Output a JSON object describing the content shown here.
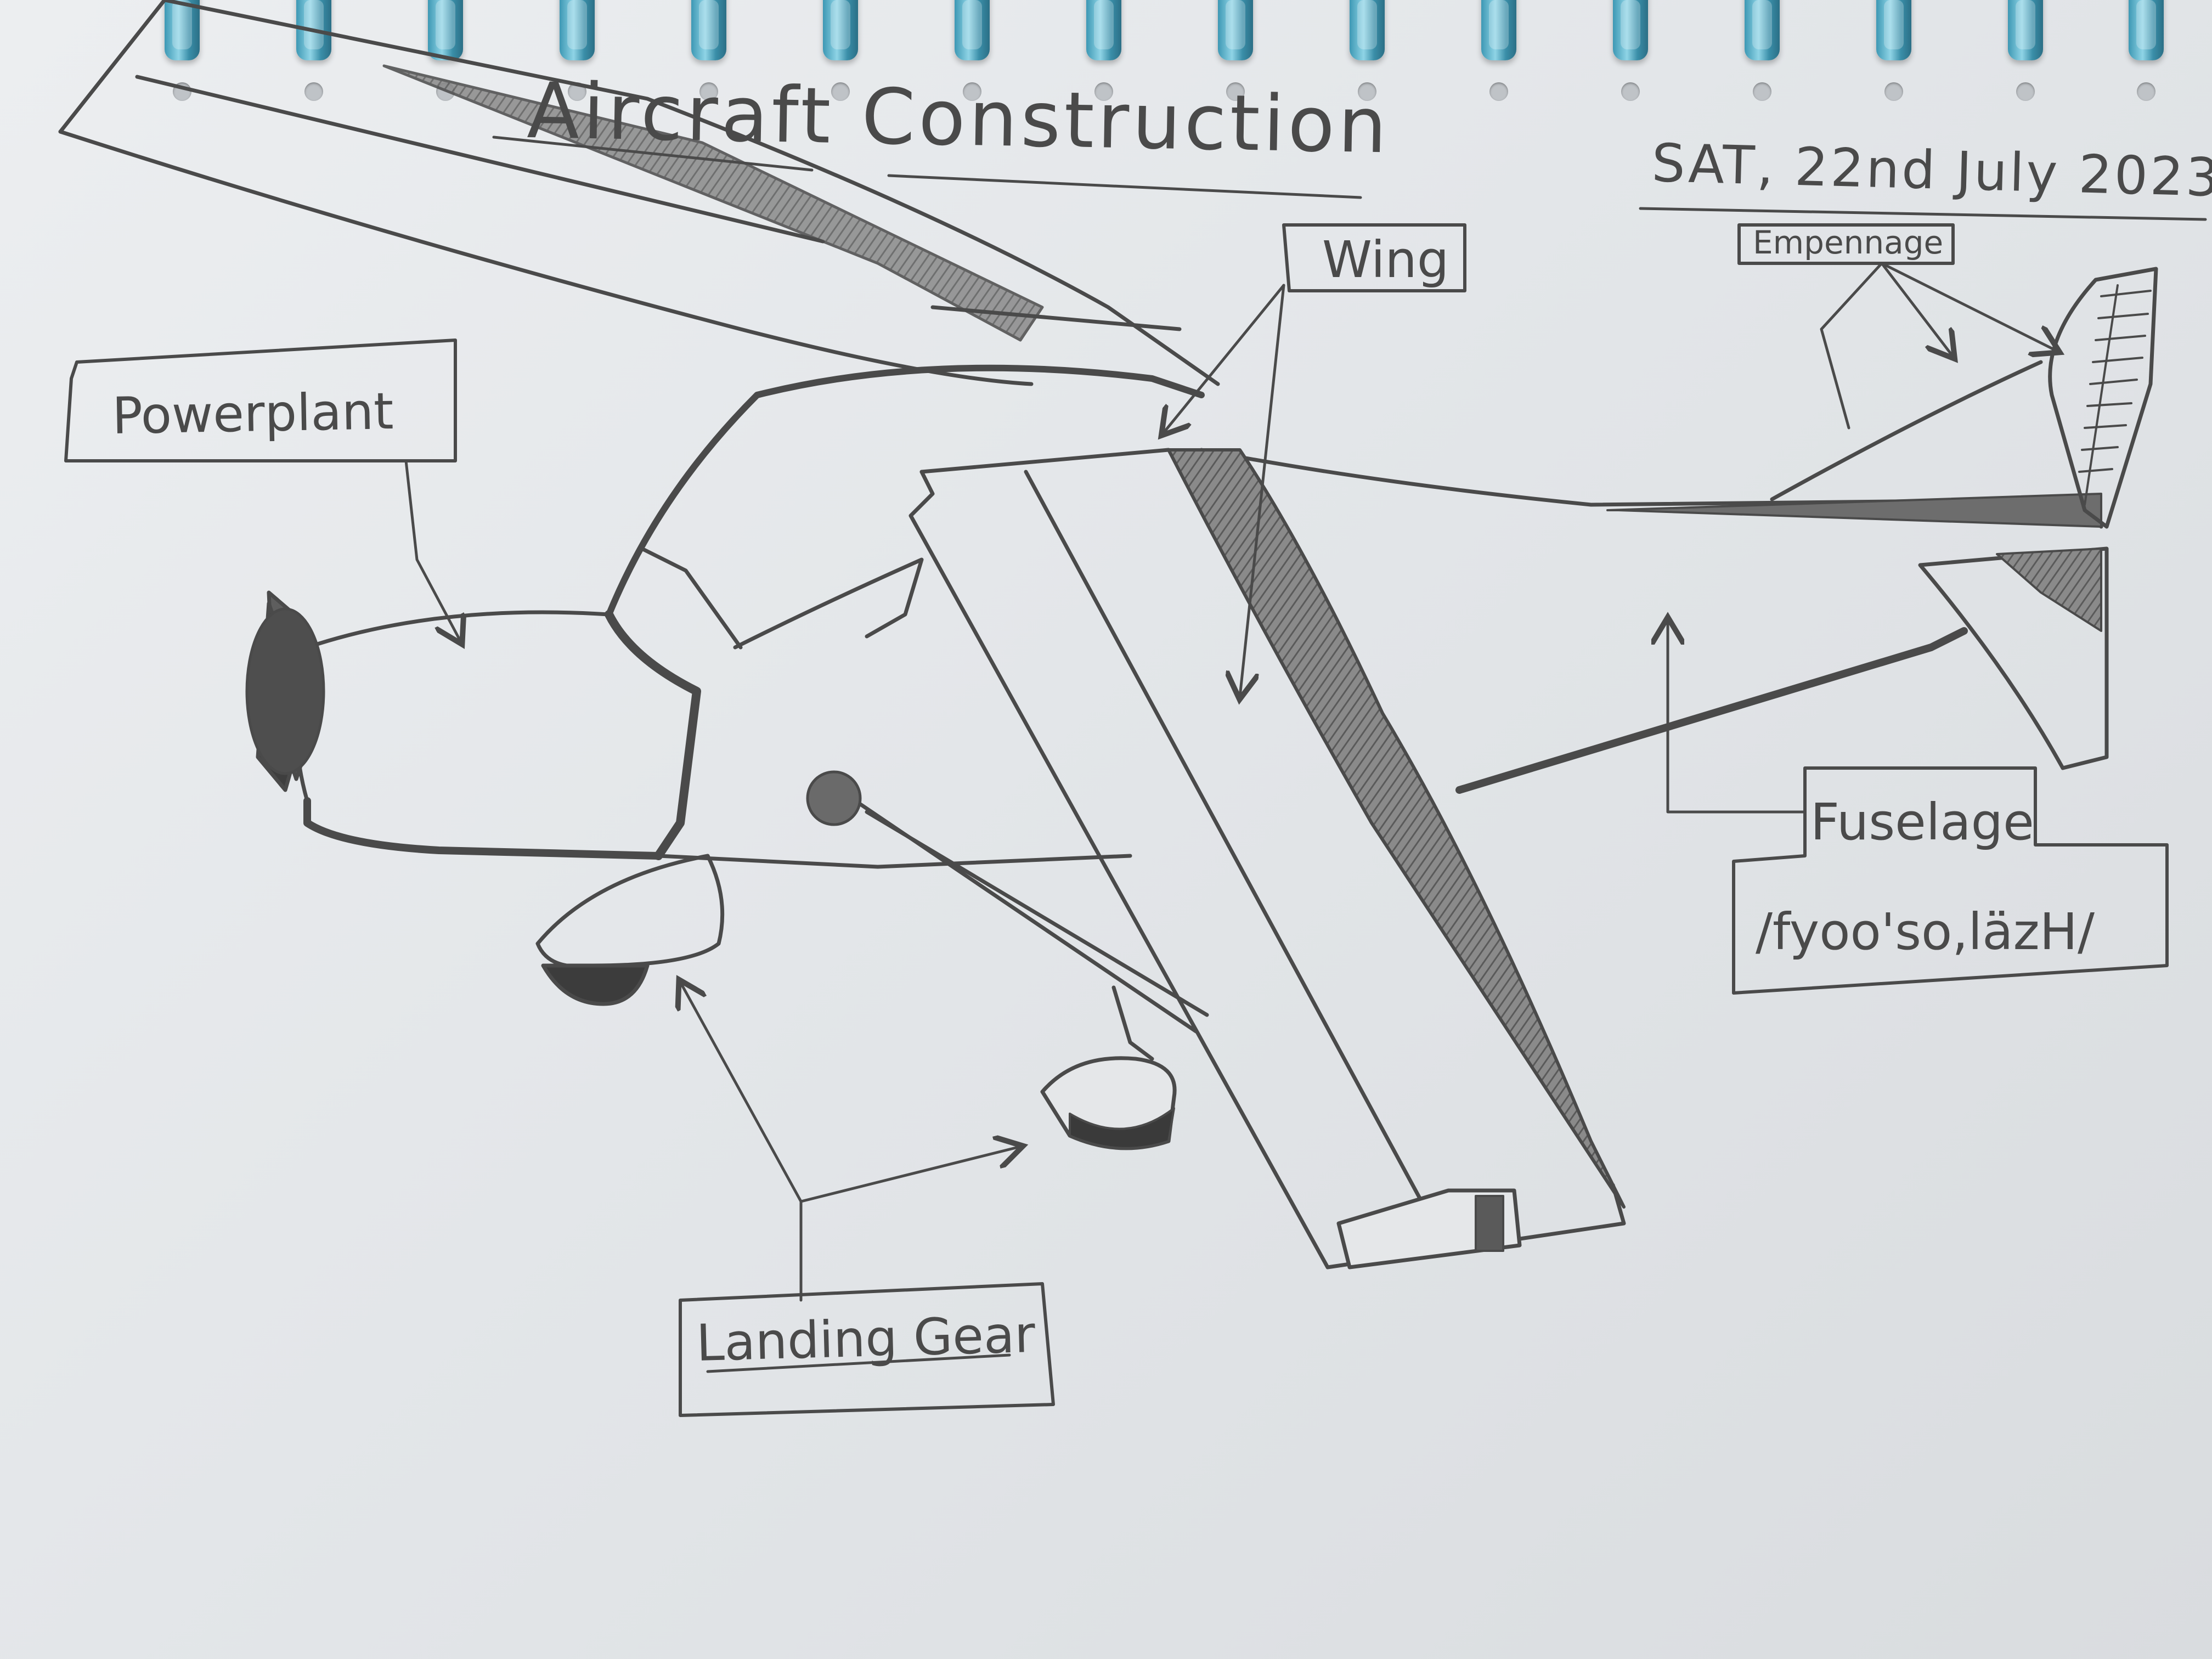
{
  "title": "Aircraft Construction",
  "date": "SAT, 22nd July 2023",
  "labels": {
    "powerplant": "Powerplant",
    "wing": "Wing",
    "empennage": "Empennage",
    "fuselage": "Fuselage",
    "pronunciation": "/fyoo'so,läzH/",
    "landing_gear": "Landing Gear"
  },
  "colors": {
    "pencil": "#4a4a4a",
    "shading": "#6d6d6d",
    "paper": "#e6e8ea",
    "binding_ring": "#4fa8c2"
  }
}
